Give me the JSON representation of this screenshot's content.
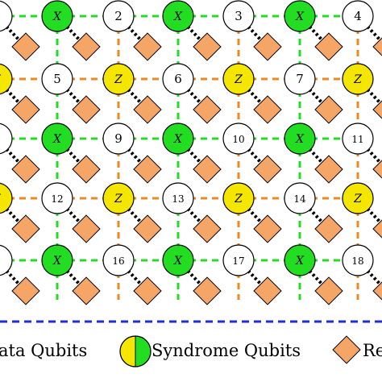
{
  "colors": {
    "x_syndrome": "#22dd22",
    "z_syndrome": "#f5e600",
    "data_qubit": "#ffffff",
    "readout": "#f5a566",
    "x_edge": "#22dd22",
    "z_edge": "#ee8822",
    "legend_separator": "#1f2fd0",
    "outline": "#000000"
  },
  "stabilizer_labels": {
    "x": "X",
    "z": "Z"
  },
  "data_qubit_labels": {
    "row1": [
      "2",
      "3",
      "4"
    ],
    "row2": [
      "5",
      "6",
      "7"
    ],
    "row3": [
      "9",
      "10",
      "11"
    ],
    "row4": [
      "12",
      "13",
      "14"
    ],
    "row5": [
      "16",
      "17",
      "18"
    ],
    "edge_partial": "5"
  },
  "legend": {
    "data": "ata Qubits",
    "syndrome": "Syndrome Qubits",
    "readout": "Re"
  }
}
